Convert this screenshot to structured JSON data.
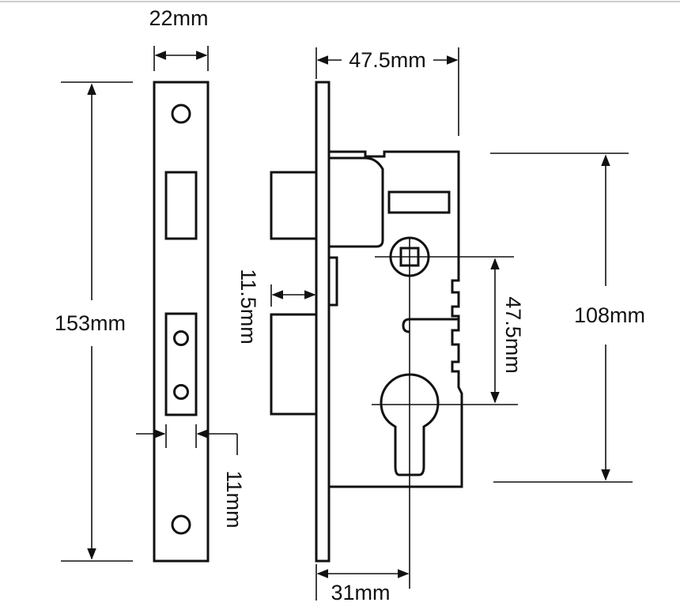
{
  "dimensions": {
    "faceplate_width": "22mm",
    "case_depth": "47.5mm",
    "faceplate_height": "153mm",
    "lock_height": "108mm",
    "latch_projection": "11.5mm",
    "center_distance": "47.5mm",
    "keep_width": "11mm",
    "backset": "31mm"
  },
  "colors": {
    "stroke": "#111111",
    "background": "#ffffff"
  }
}
